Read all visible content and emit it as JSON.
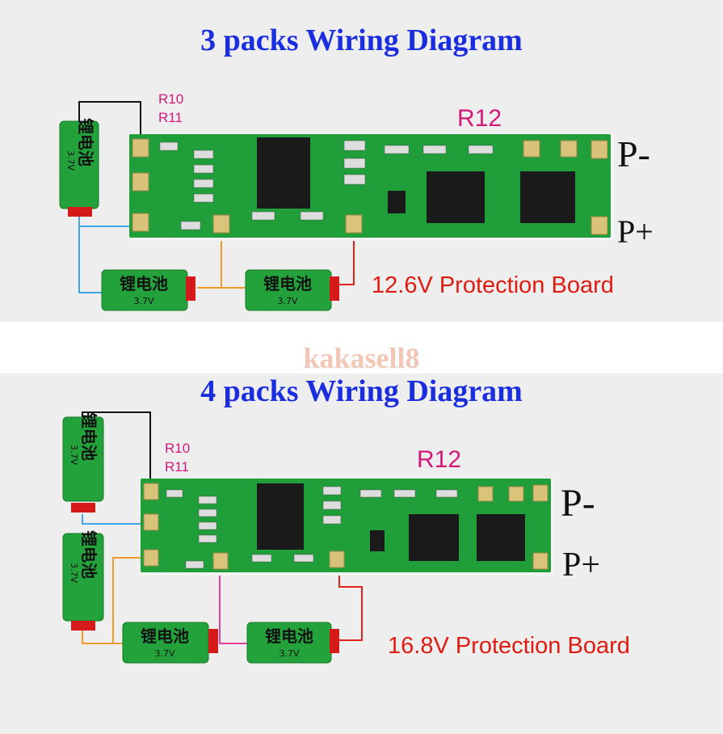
{
  "diagram_3pack": {
    "title": "3 packs Wiring Diagram",
    "resistor_a": "R10",
    "resistor_b": "R11",
    "resistor_c": "R12",
    "p_minus": "P-",
    "p_plus": "P+",
    "board_label": "12.6V Protection Board",
    "cells": [
      {
        "name": "锂电池",
        "voltage": "3.7V"
      },
      {
        "name": "锂电池",
        "voltage": "3.7V"
      },
      {
        "name": "锂电池",
        "voltage": "3.7V"
      }
    ]
  },
  "watermark": "kakasell8",
  "diagram_4pack": {
    "title": "4 packs Wiring Diagram",
    "resistor_a": "R10",
    "resistor_b": "R11",
    "resistor_c": "R12",
    "p_minus": "P-",
    "p_plus": "P+",
    "board_label": "16.8V Protection Board",
    "cells": [
      {
        "name": "锂电池",
        "voltage": "3.7V"
      },
      {
        "name": "锂电池",
        "voltage": "3.7V"
      },
      {
        "name": "锂电池",
        "voltage": "3.7V"
      },
      {
        "name": "锂电池",
        "voltage": "3.7V"
      }
    ]
  },
  "colors": {
    "title": "#1a2ee0",
    "resistor_label": "#d4187a",
    "board_label": "#e01c10",
    "pcb": "#1f9e3a",
    "cell": "#23a23c",
    "wire_black": "#111111",
    "wire_blue": "#3ea6e6",
    "wire_orange": "#f09a2a",
    "wire_red": "#e0221a",
    "wire_pink": "#e0409e"
  }
}
